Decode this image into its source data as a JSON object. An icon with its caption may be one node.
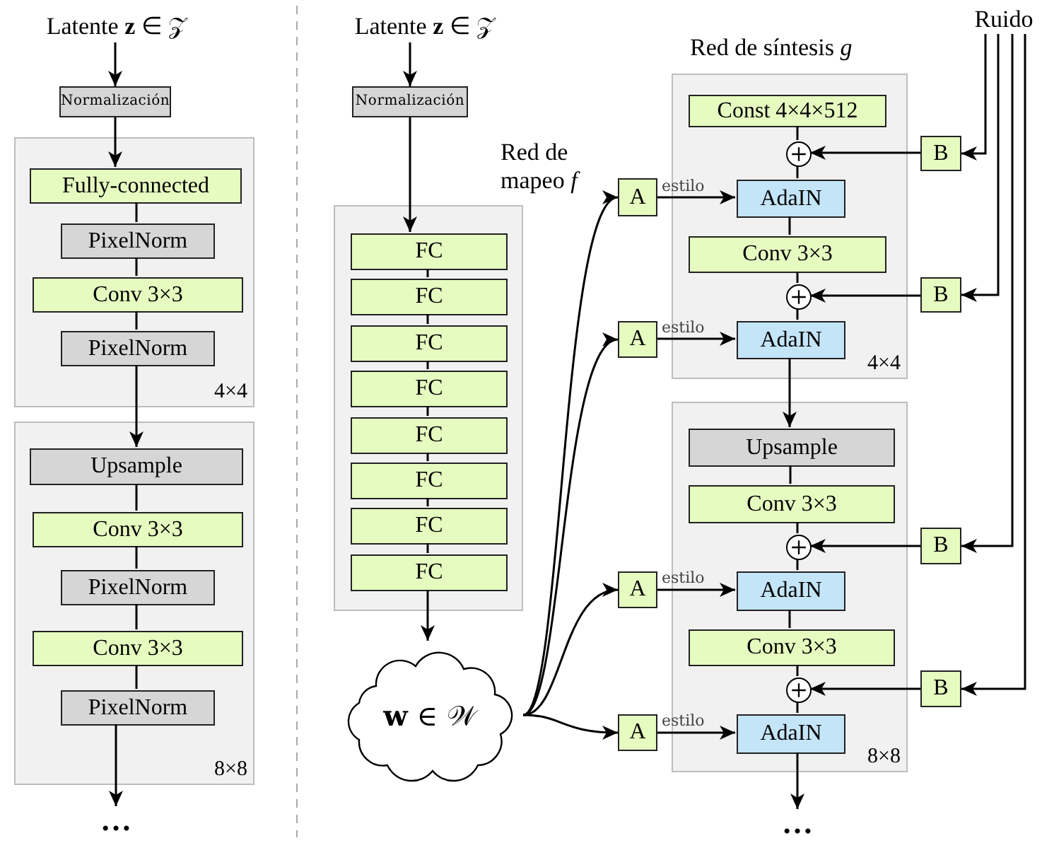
{
  "diagram": {
    "nodes": [
      {
        "text": [
          "Latente **z** ∈ 𝒵"
        ]
      },
      {
        "text": [
          "Normalización"
        ]
      },
      {
        "text": [
          "4×4"
        ]
      },
      {
        "text": [
          "Fully-connected"
        ],
        "in": 2
      },
      {
        "text": [
          "PixelNorm"
        ],
        "in": 2
      },
      {
        "text": [
          "Conv 3×3"
        ],
        "in": 2
      },
      {
        "text": [
          "PixelNorm"
        ],
        "in": 2
      },
      {
        "text": [
          "8×8"
        ]
      },
      {
        "text": [
          "Upsample"
        ],
        "in": 7
      },
      {
        "text": [
          "Conv 3×3"
        ],
        "in": 7
      },
      {
        "text": [
          "PixelNorm"
        ],
        "in": 7
      },
      {
        "text": [
          "Conv 3×3"
        ],
        "in": 7
      },
      {
        "text": [
          "PixelNorm"
        ],
        "in": 7
      },
      {
        "text": [
          "…"
        ]
      },
      {
        "text": [
          "Latente **z** ∈ 𝒵"
        ]
      },
      {
        "text": [
          "Normalización"
        ]
      },
      {
        "text": [
          "Red de mapeo *f*"
        ]
      },
      {
        "text": [
          "FC"
        ],
        "in": 16
      },
      {
        "text": [
          "FC"
        ],
        "in": 16
      },
      {
        "text": [
          "FC"
        ],
        "in": 16
      },
      {
        "text": [
          "FC"
        ],
        "in": 16
      },
      {
        "text": [
          "FC"
        ],
        "in": 16
      },
      {
        "text": [
          "FC"
        ],
        "in": 16
      },
      {
        "text": [
          "FC"
        ],
        "in": 16
      },
      {
        "text": [
          "FC"
        ],
        "in": 16
      },
      {
        "text": [
          "**w** ∈ 𝒲"
        ]
      },
      {
        "text": [
          "Ruido"
        ]
      },
      {
        "text": [
          "Red de síntesis *g*",
          "4×4"
        ]
      },
      {
        "text": [
          "Const 4×4×512"
        ],
        "in": 27
      },
      {
        "text": [],
        "shape": "circle",
        "in": 27
      },
      {
        "text": [
          "AdaIN"
        ],
        "in": 27
      },
      {
        "text": [
          "Conv 3×3"
        ],
        "in": 27
      },
      {
        "text": [],
        "shape": "circle",
        "in": 27
      },
      {
        "text": [
          "AdaIN"
        ],
        "in": 27
      },
      {
        "text": [
          "B"
        ]
      },
      {
        "text": [
          "B"
        ]
      },
      {
        "text": [
          "A"
        ]
      },
      {
        "text": [
          "A"
        ]
      },
      {
        "text": [
          "8×8"
        ]
      },
      {
        "text": [
          "Upsample"
        ],
        "in": 38
      },
      {
        "text": [
          "Conv 3×3"
        ],
        "in": 38
      },
      {
        "text": [],
        "shape": "circle",
        "in": 38
      },
      {
        "text": [
          "AdaIN"
        ],
        "in": 38
      },
      {
        "text": [
          "Conv 3×3"
        ],
        "in": 38
      },
      {
        "text": [],
        "shape": "circle",
        "in": 38
      },
      {
        "text": [
          "AdaIN"
        ],
        "in": 38
      },
      {
        "text": [
          "B"
        ]
      },
      {
        "text": [
          "B"
        ]
      },
      {
        "text": [
          "A"
        ]
      },
      {
        "text": [
          "A"
        ]
      },
      {
        "text": [
          "…"
        ]
      }
    ],
    "edges": [
      {
        "from": 0,
        "to": 1,
        "arrow": "to"
      },
      {
        "from": 1,
        "to": 3,
        "arrow": "to"
      },
      {
        "from": 3,
        "to": 4,
        "arrow": "none"
      },
      {
        "from": 4,
        "to": 5,
        "arrow": "none"
      },
      {
        "from": 5,
        "to": 6,
        "arrow": "none"
      },
      {
        "from": 6,
        "to": 8,
        "arrow": "to"
      },
      {
        "from": 8,
        "to": 9,
        "arrow": "none"
      },
      {
        "from": 9,
        "to": 10,
        "arrow": "none"
      },
      {
        "from": 10,
        "to": 11,
        "arrow": "none"
      },
      {
        "from": 11,
        "to": 12,
        "arrow": "none"
      },
      {
        "from": 12,
        "to": 13,
        "arrow": "to"
      },
      {
        "from": 14,
        "to": 15,
        "arrow": "to"
      },
      {
        "from": 15,
        "to": 17,
        "arrow": "to"
      },
      {
        "from": 17,
        "to": 18,
        "arrow": "none"
      },
      {
        "from": 18,
        "to": 19,
        "arrow": "none"
      },
      {
        "from": 19,
        "to": 20,
        "arrow": "none"
      },
      {
        "from": 20,
        "to": 21,
        "arrow": "none"
      },
      {
        "from": 21,
        "to": 22,
        "arrow": "none"
      },
      {
        "from": 22,
        "to": 23,
        "arrow": "none"
      },
      {
        "from": 23,
        "to": 24,
        "arrow": "none"
      },
      {
        "from": 24,
        "to": 25,
        "arrow": "to"
      },
      {
        "from": 25,
        "to": 36,
        "arrow": "to"
      },
      {
        "from": 25,
        "to": 37,
        "arrow": "to"
      },
      {
        "from": 25,
        "to": 48,
        "arrow": "to"
      },
      {
        "from": 25,
        "to": 49,
        "arrow": "to"
      },
      {
        "from": 26,
        "to": 34,
        "arrow": "to"
      },
      {
        "from": 26,
        "to": 35,
        "arrow": "to"
      },
      {
        "from": 26,
        "to": 46,
        "arrow": "to"
      },
      {
        "from": 26,
        "to": 47,
        "arrow": "to"
      },
      {
        "from": 28,
        "to": 29,
        "arrow": "none"
      },
      {
        "from": 34,
        "to": 29,
        "arrow": "to"
      },
      {
        "from": 29,
        "to": 30,
        "arrow": "none"
      },
      {
        "from": 36,
        "to": 30,
        "arrow": "to",
        "label": "estilo"
      },
      {
        "from": 30,
        "to": 31,
        "arrow": "none"
      },
      {
        "from": 31,
        "to": 32,
        "arrow": "none"
      },
      {
        "from": 35,
        "to": 32,
        "arrow": "to"
      },
      {
        "from": 32,
        "to": 33,
        "arrow": "none"
      },
      {
        "from": 37,
        "to": 33,
        "arrow": "to",
        "label": "estilo"
      },
      {
        "from": 33,
        "to": 39,
        "arrow": "to"
      },
      {
        "from": 39,
        "to": 40,
        "arrow": "none"
      },
      {
        "from": 40,
        "to": 41,
        "arrow": "none"
      },
      {
        "from": 46,
        "to": 41,
        "arrow": "to"
      },
      {
        "from": 41,
        "to": 42,
        "arrow": "none"
      },
      {
        "from": 48,
        "to": 42,
        "arrow": "to",
        "label": "estilo"
      },
      {
        "from": 42,
        "to": 43,
        "arrow": "none"
      },
      {
        "from": 43,
        "to": 44,
        "arrow": "none"
      },
      {
        "from": 47,
        "to": 44,
        "arrow": "to"
      },
      {
        "from": 44,
        "to": 45,
        "arrow": "none"
      },
      {
        "from": 49,
        "to": 45,
        "arrow": "to",
        "label": "estilo"
      },
      {
        "from": 45,
        "to": 50,
        "arrow": "to"
      }
    ]
  }
}
